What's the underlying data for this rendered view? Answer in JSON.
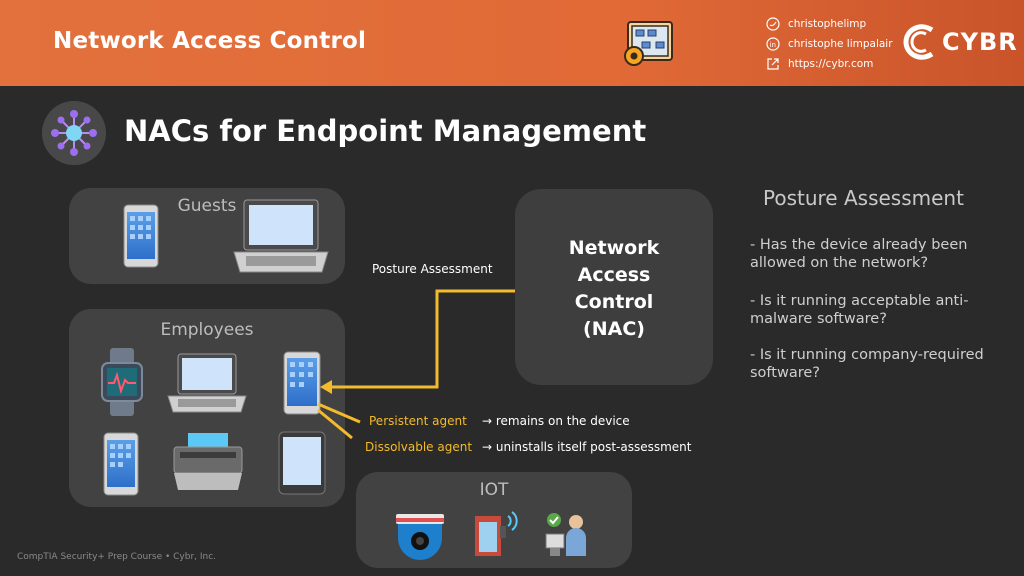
{
  "header": {
    "title": "Network Access Control",
    "social": {
      "twitter": "christophelimp",
      "linkedin": "christophe limpalair",
      "website": "https://cybr.com"
    },
    "logo_text": "CYBR",
    "brand_color": "#e2713d"
  },
  "page_title": "NACs for Endpoint Management",
  "groups": {
    "guests": {
      "label": "Guests",
      "devices": [
        "smartphone-icon",
        "laptop-icon"
      ]
    },
    "employees": {
      "label": "Employees",
      "devices": [
        "smartwatch-icon",
        "laptop-icon",
        "tablet-icon",
        "smartphone-icon",
        "printer-icon",
        "tablet-icon"
      ]
    },
    "iot": {
      "label": "IOT",
      "devices": [
        "security-camera-icon",
        "smart-door-icon",
        "kiosk-icon"
      ]
    }
  },
  "nac": {
    "line1": "Network",
    "line2": "Access",
    "line3": "Control",
    "line4": "(NAC)"
  },
  "connector_label": "Posture Assessment",
  "agents": [
    {
      "name": "Persistent agent",
      "description": "→ remains on the device"
    },
    {
      "name": "Dissolvable agent",
      "description": "→ uninstalls itself post-assessment"
    }
  ],
  "posture_assessment": {
    "title": "Posture Assessment",
    "items": [
      "- Has the device already been allowed on the network?",
      "- Is it running acceptable anti-malware software?",
      "- Is it running company-required software?"
    ]
  },
  "footer": "CompTIA Security+ Prep Course • Cybr, Inc.",
  "colors": {
    "accent": "#f3bb2c",
    "background": "#2a2a2a",
    "box": "#424242"
  }
}
